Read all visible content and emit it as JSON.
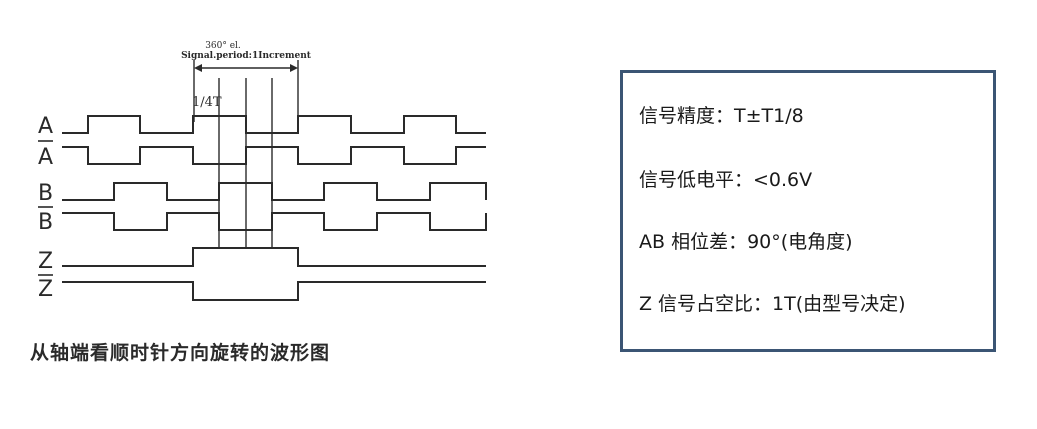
{
  "diagram": {
    "signals": [
      {
        "key": "a",
        "label": "A",
        "overline": false
      },
      {
        "key": "a_bar",
        "label": "A",
        "overline": true
      },
      {
        "key": "b",
        "label": "B",
        "overline": false
      },
      {
        "key": "b_bar",
        "label": "B",
        "overline": true
      },
      {
        "key": "z",
        "label": "Z",
        "overline": false
      },
      {
        "key": "z_bar",
        "label": "Z",
        "overline": true
      }
    ],
    "period_angle": "360° el.",
    "period_label": "Signal.period:1Increment",
    "quarter_label": "1/4T",
    "caption": "从轴端看顺时针方向旋转的波形图"
  },
  "specs": {
    "precision": "信号精度：T±T1/8",
    "low_level": "信号低电平：<0.6V",
    "phase_diff": "AB 相位差：90°(电角度)",
    "z_duty": "Z 信号占空比：1T(由型号决定)"
  },
  "colors": {
    "line": "#2a2a2a",
    "box_border": "#3b5574"
  }
}
